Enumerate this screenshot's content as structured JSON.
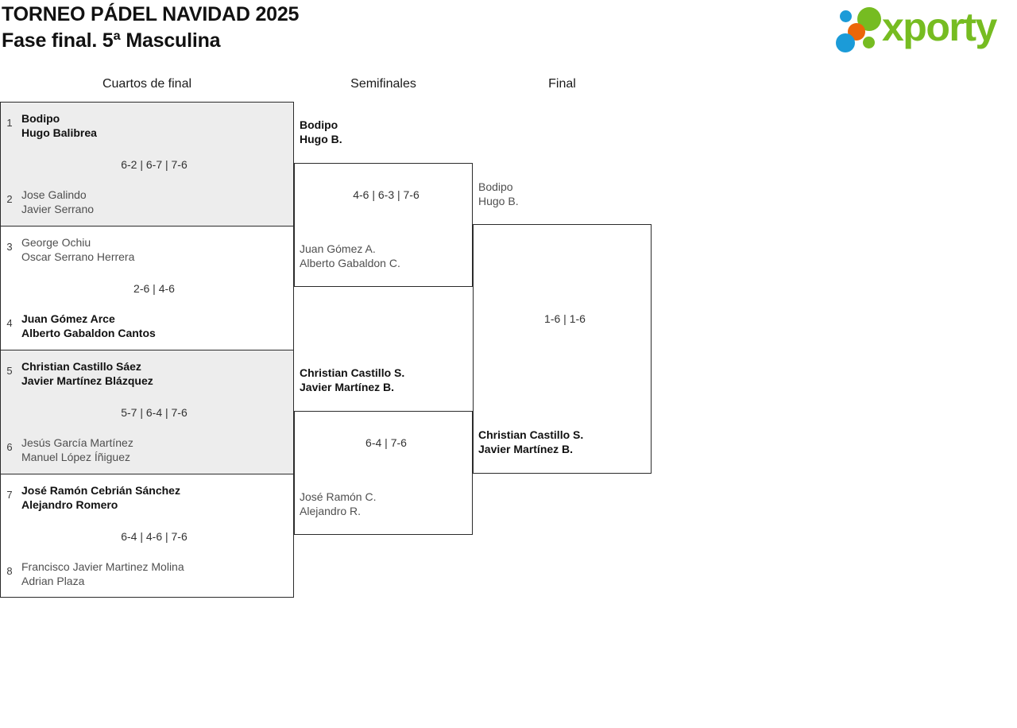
{
  "header": {
    "title_line1": "TORNEO PÁDEL NAVIDAD 2025",
    "title_line2": "Fase final. 5ª Masculina",
    "logo_text": "xporty",
    "logo_colors": {
      "green": "#76bc21",
      "blue": "#1b9bd8",
      "orange": "#ec6608"
    }
  },
  "rounds": [
    {
      "key": "quarterfinals",
      "label": "Cuartos de final"
    },
    {
      "key": "semifinals",
      "label": "Semifinales"
    },
    {
      "key": "final",
      "label": "Final"
    }
  ],
  "quarterfinals": [
    {
      "score": "6-2 | 6-7 | 7-6",
      "top": {
        "seed": "1",
        "player1": "Bodipo",
        "player2": "Hugo Balibrea",
        "result": "winner"
      },
      "bottom": {
        "seed": "2",
        "player1": "Jose Galindo",
        "player2": "Javier Serrano",
        "result": "loser"
      }
    },
    {
      "score": "2-6 | 4-6",
      "top": {
        "seed": "3",
        "player1": "George Ochiu",
        "player2": "Oscar Serrano Herrera",
        "result": "loser"
      },
      "bottom": {
        "seed": "4",
        "player1": "Juan Gómez Arce",
        "player2": "Alberto Gabaldon Cantos",
        "result": "winner"
      }
    },
    {
      "score": "5-7 | 6-4 | 7-6",
      "top": {
        "seed": "5",
        "player1": "Christian Castillo Sáez",
        "player2": "Javier Martínez Blázquez",
        "result": "winner"
      },
      "bottom": {
        "seed": "6",
        "player1": "Jesús García Martínez",
        "player2": "Manuel López Íñiguez",
        "result": "loser"
      }
    },
    {
      "score": "6-4 | 4-6 | 7-6",
      "top": {
        "seed": "7",
        "player1": "José Ramón Cebrián Sánchez",
        "player2": "Alejandro Romero",
        "result": "winner"
      },
      "bottom": {
        "seed": "8",
        "player1": "Francisco Javier Martinez Molina",
        "player2": "Adrian Plaza",
        "result": "loser"
      }
    }
  ],
  "semifinals": [
    {
      "score": "4-6 | 6-3 | 7-6",
      "top": {
        "player1": "Bodipo",
        "player2": "Hugo B.",
        "result": "winner"
      },
      "bottom": {
        "player1": "Juan Gómez A.",
        "player2": "Alberto Gabaldon C.",
        "result": "loser"
      }
    },
    {
      "score": "6-4 | 7-6",
      "top": {
        "player1": "Christian Castillo S.",
        "player2": "Javier Martínez B.",
        "result": "winner"
      },
      "bottom": {
        "player1": "José Ramón C.",
        "player2": "Alejandro R.",
        "result": "loser"
      }
    }
  ],
  "final": [
    {
      "score": "1-6 | 1-6",
      "top": {
        "player1": "Bodipo",
        "player2": "Hugo B.",
        "result": "loser"
      },
      "bottom": {
        "player1": "Christian Castillo S.",
        "player2": "Javier Martínez B.",
        "result": "winner"
      }
    }
  ]
}
